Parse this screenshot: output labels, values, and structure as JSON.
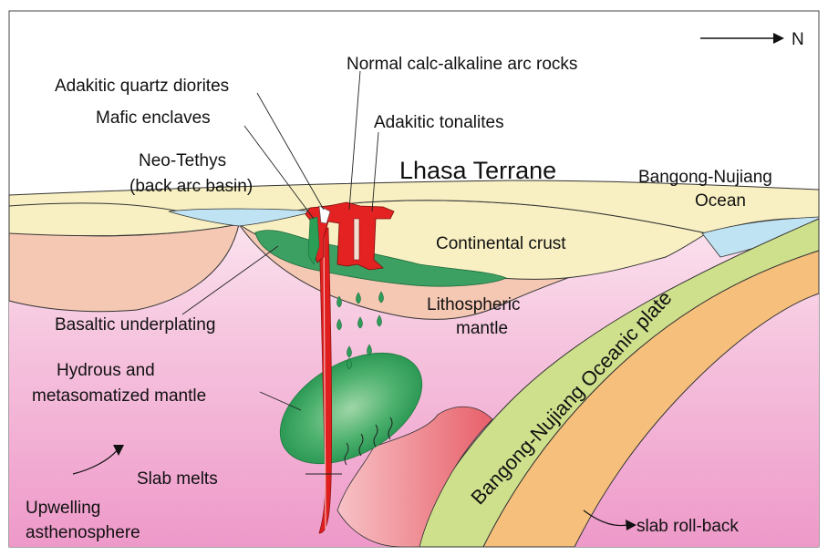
{
  "north_label": "N",
  "labels": {
    "normal_calc_alkaline": "Normal calc-alkaline  arc rocks",
    "adakitic_quartz_diorites": "Adakitic quartz diorites",
    "mafic_enclaves": "Mafic enclaves",
    "adakitic_tonalites": "Adakitic tonalites",
    "neo_tethys_1": "Neo-Tethys",
    "neo_tethys_2": "(back arc basin)",
    "lhasa_terrane": "Lhasa Terrane",
    "bangong_ocean_1": "Bangong-Nujiang",
    "bangong_ocean_2": "Ocean",
    "continental_crust": "Continental crust",
    "lithospheric_1": "Lithospheric",
    "lithospheric_2": "mantle",
    "basaltic_underplating": "Basaltic underplating",
    "hydrous_1": "Hydrous and",
    "hydrous_2": "metasomatized mantle",
    "oceanic_plate": "Bangong-Nujiang Oceanic plate",
    "slab_melts": "Slab melts",
    "upwelling_1": "Upwelling",
    "upwelling_2": "asthenosphere",
    "slab_rollback": "slab roll-back"
  },
  "colors": {
    "asthenosphere": "#f2b6d8",
    "upper_mantle": "#f8dcec",
    "crust": "#f8f0c2",
    "lithosphere": "#f5c8b4",
    "ocean": "#bfe3f2",
    "slab_green": "#cfe08c",
    "slab_orange": "#f6c07c",
    "mafic_green": "#2a9f55",
    "magma_red": "#e01e1e",
    "slab_melt": "#e9767c"
  }
}
